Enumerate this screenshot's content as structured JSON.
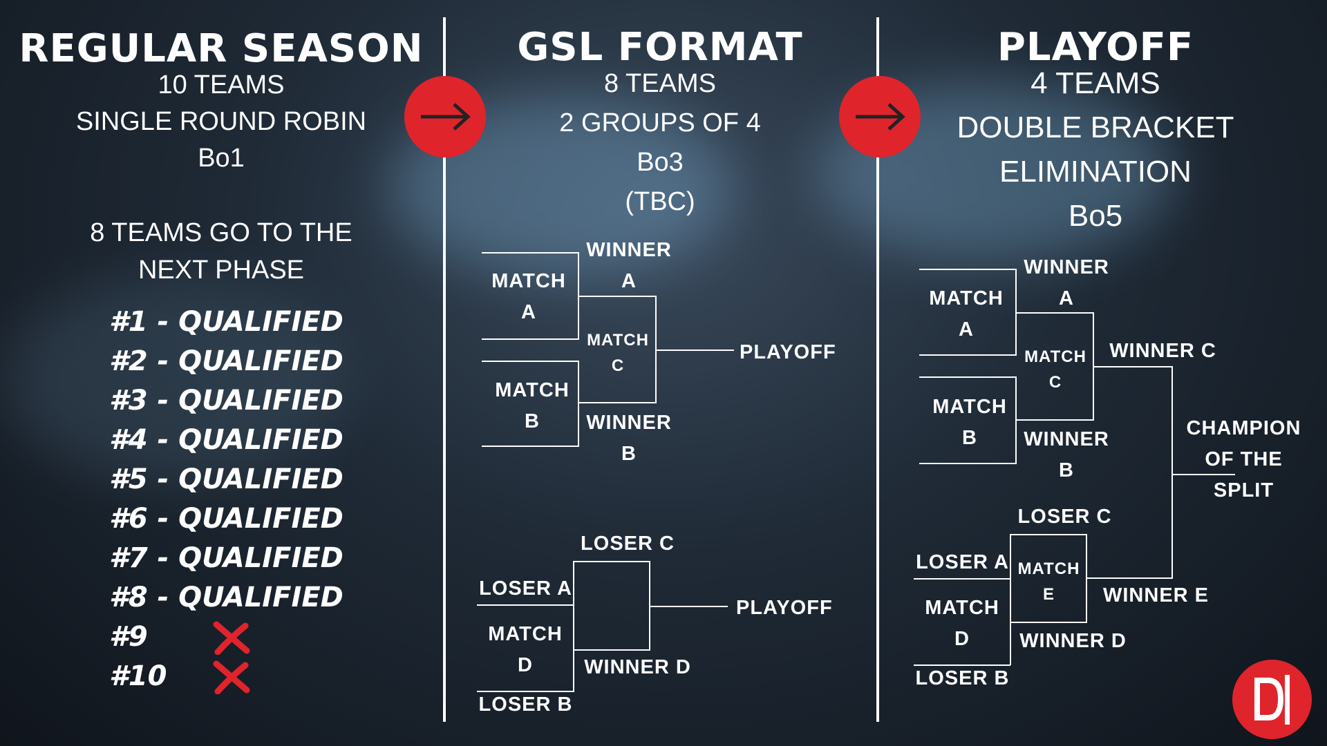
{
  "colors": {
    "accent": "#e0242c",
    "text": "#ffffff"
  },
  "regular_season": {
    "title": "REGULAR SEASON",
    "lines": [
      "10 TEAMS",
      "SINGLE ROUND ROBIN",
      "Bo1"
    ],
    "note_lines": [
      "8 TEAMS GO TO THE",
      "NEXT PHASE"
    ],
    "rankings": [
      {
        "label": "#1 - QUALIFIED"
      },
      {
        "label": "#2 - QUALIFIED"
      },
      {
        "label": "#3 - QUALIFIED"
      },
      {
        "label": "#4 - QUALIFIED"
      },
      {
        "label": "#5 - QUALIFIED"
      },
      {
        "label": "#6 - QUALIFIED"
      },
      {
        "label": "#7 - QUALIFIED"
      },
      {
        "label": "#8 - QUALIFIED"
      },
      {
        "label": "#9",
        "eliminated": true
      },
      {
        "label": "#10",
        "eliminated": true
      }
    ]
  },
  "gsl": {
    "title": "GSL FORMAT",
    "lines": [
      "8 TEAMS",
      "2 GROUPS OF 4",
      "Bo3",
      "(TBC)"
    ],
    "bracket": {
      "match_a": "MATCH\nA",
      "match_b": "MATCH\nB",
      "match_c": "MATCH\nC",
      "match_d": "MATCH\nD",
      "winner_a": "WINNER\nA",
      "winner_b": "WINNER\nB",
      "loser_c": "LOSER C",
      "loser_a": "LOSER A",
      "loser_b": "LOSER B",
      "winner_d": "WINNER D",
      "playoff_1": "PLAYOFF",
      "playoff_2": "PLAYOFF"
    }
  },
  "playoff": {
    "title": "PLAYOFF",
    "lines": [
      "4 TEAMS",
      "DOUBLE BRACKET",
      "ELIMINATION",
      "Bo5"
    ],
    "bracket": {
      "match_a": "MATCH\nA",
      "match_b": "MATCH\nB",
      "match_c": "MATCH\nC",
      "match_d": "MATCH\nD",
      "match_e": "MATCH\nE",
      "winner_a": "WINNER\nA",
      "winner_b": "WINNER\nB",
      "winner_c": "WINNER C",
      "winner_d": "WINNER D",
      "winner_e": "WINNER E",
      "loser_c": "LOSER C",
      "loser_a": "LOSER A",
      "loser_b": "LOSER B",
      "champion": "CHAMPION\nOF THE\nSPLIT"
    }
  },
  "logo": {
    "glyph": "D|"
  }
}
